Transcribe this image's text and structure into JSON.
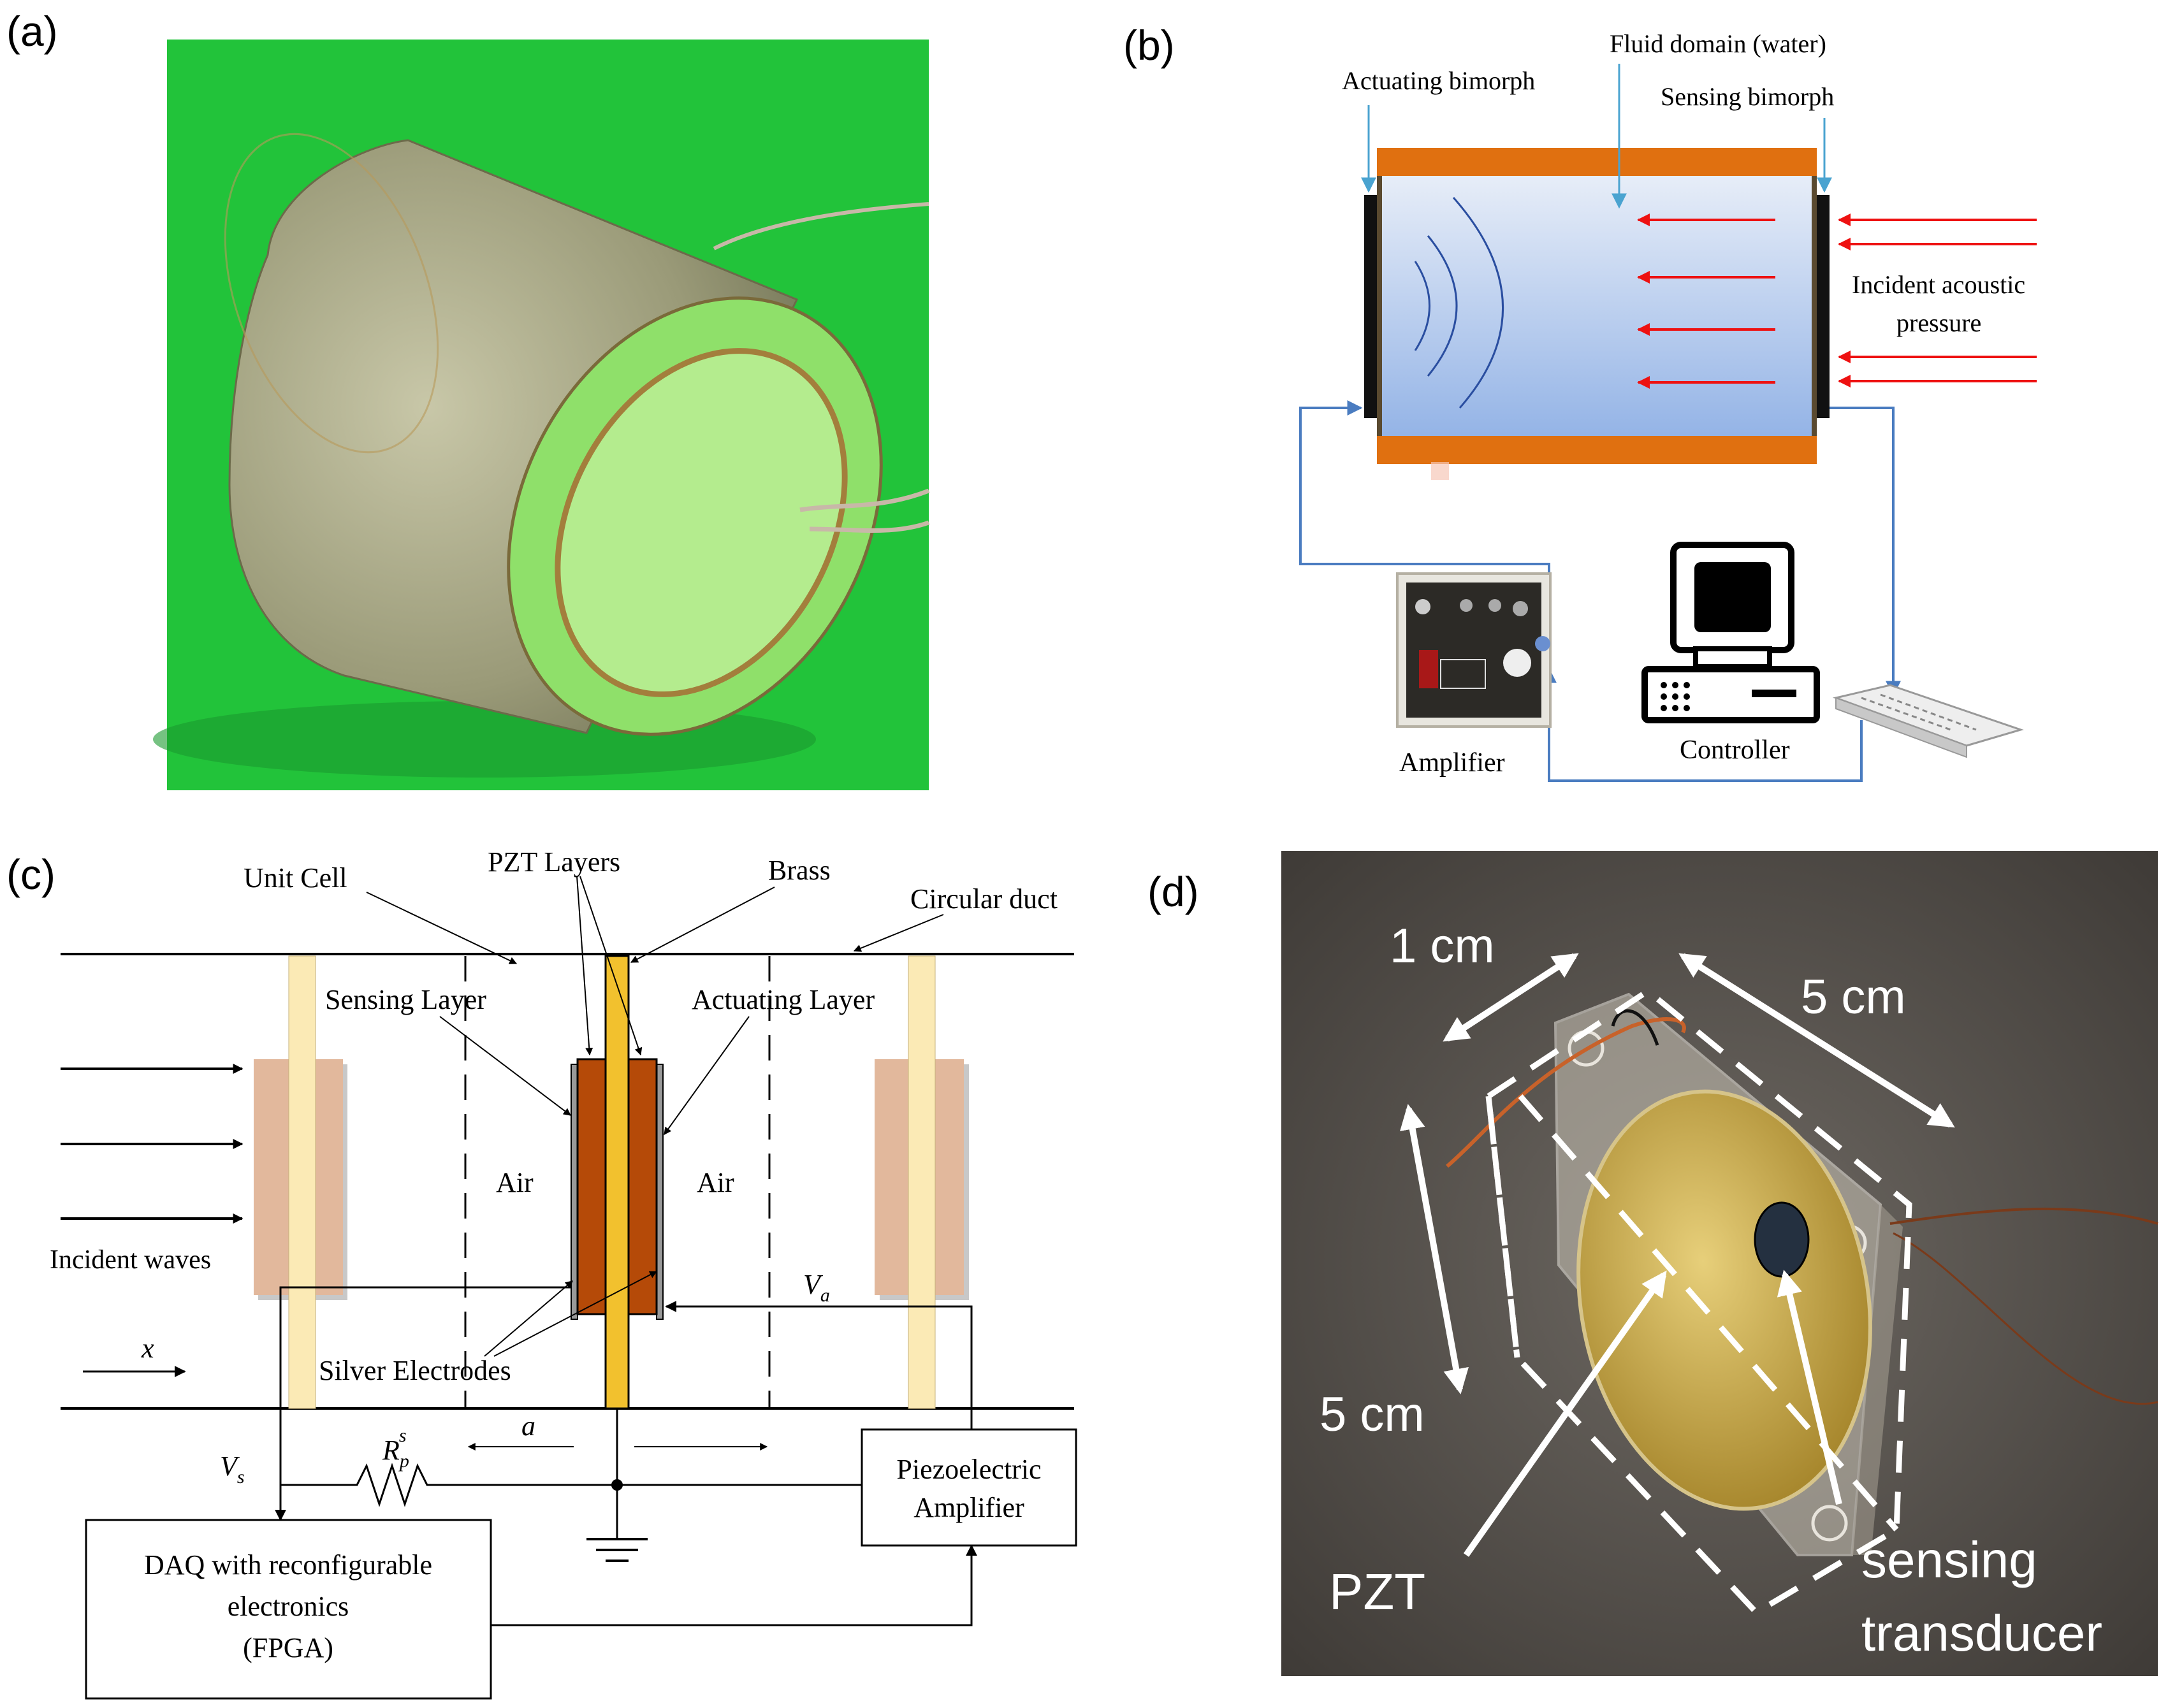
{
  "panel_labels": {
    "a": "(a)",
    "b": "(b)",
    "c": "(c)",
    "d": "(d)"
  },
  "panel_b": {
    "actuating_bimorph": "Actuating bimorph",
    "fluid_domain": "Fluid domain (water)",
    "sensing_bimorph": "Sensing bimorph",
    "incident_line1": "Incident acoustic",
    "incident_line2": "pressure",
    "amplifier": "Amplifier",
    "controller": "Controller"
  },
  "panel_c": {
    "unit_cell": "Unit Cell",
    "pzt_layers": "PZT Layers",
    "brass": "Brass",
    "circular_duct": "Circular duct",
    "sensing_layer": "Sensing Layer",
    "actuating_layer": "Actuating Layer",
    "air": "Air",
    "incident_waves": "Incident waves",
    "silver_electrodes": "Silver Electrodes",
    "x": "x",
    "a": "a",
    "va_main": "V",
    "va_sub": "a",
    "vs_main": "V",
    "vs_sub": "s",
    "rp_main": "R",
    "rp_sub": "p",
    "rp_sup": "s",
    "amp_line1": "Piezoelectric",
    "amp_line2": "Amplifier",
    "daq_line1": "DAQ with reconfigurable",
    "daq_line2": "electronics",
    "daq_line3": "(FPGA)"
  },
  "panel_d": {
    "dim_1cm": "1 cm",
    "dim_5cm_top": "5 cm",
    "dim_5cm_left": "5 cm",
    "pzt": "PZT",
    "sensing_line1": "sensing",
    "sensing_line2": "transducer"
  },
  "colors": {
    "green_bg": "#22c33a",
    "orange_wall": "#e07010",
    "blue_wire": "#4a7cc0",
    "red_arrow": "#ee1111",
    "pzt_fill": "#b54a08",
    "brass_fill": "#f2c12e",
    "gray_bg": "#5e5954"
  }
}
